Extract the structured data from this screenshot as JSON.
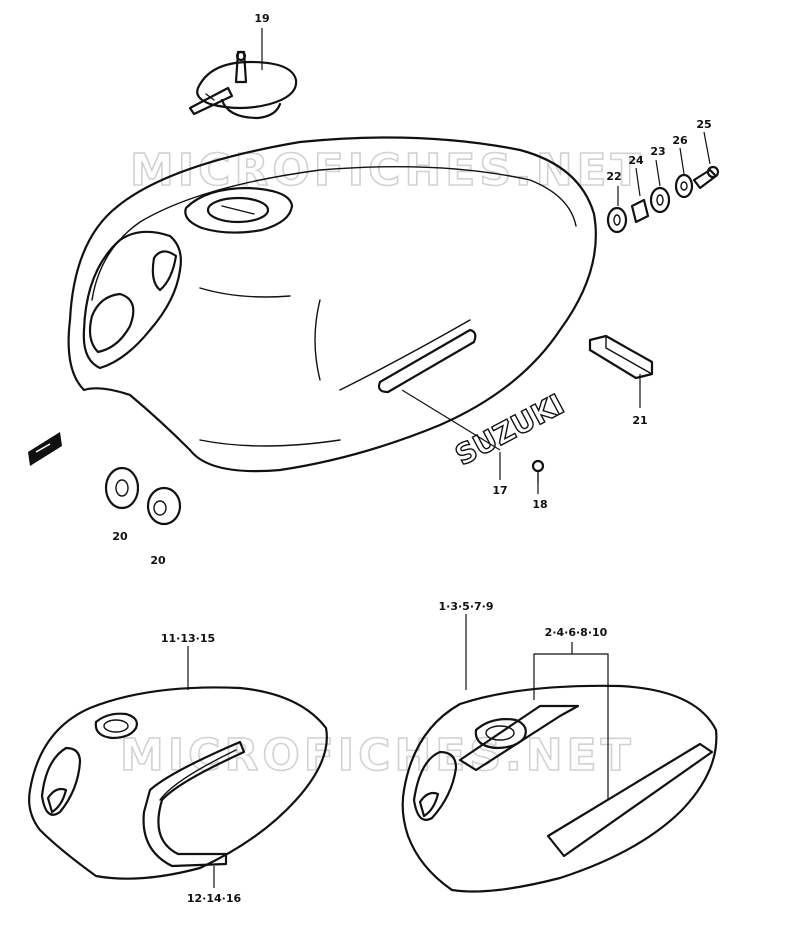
{
  "watermark": "MICROFICHES.NET",
  "emblem_text": "SUZUKI",
  "callouts": {
    "c19": "19",
    "c25": "25",
    "c26": "26",
    "c23": "23",
    "c24": "24",
    "c22": "22",
    "c21": "21",
    "c17": "17",
    "c18": "18",
    "c20a": "20",
    "c20b": "20",
    "c11_13_15": "11·13·15",
    "c12_14_16": "12·14·16",
    "c1_3_5_7_9": "1·3·5·7·9",
    "c2_4_6_8_10": "2·4·6·8·10"
  },
  "icons": {
    "front_arrow": "front-direction-arrow-icon"
  },
  "colors": {
    "ink": "#111111",
    "watermark": "#d2d2d2",
    "paper": "#ffffff"
  }
}
